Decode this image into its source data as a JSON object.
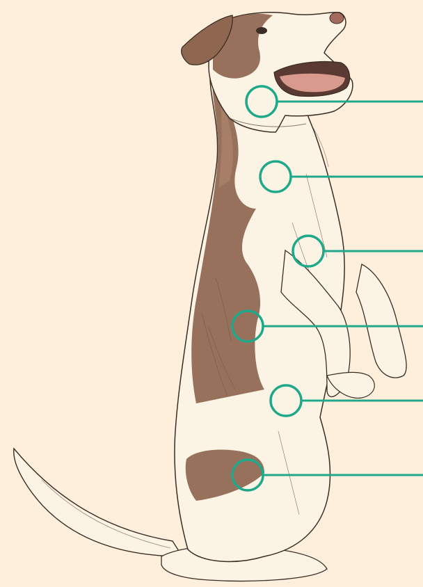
{
  "colors": {
    "background": "#fdefdb",
    "marker": "#1fa98a",
    "fur_light": "#fbf3e4",
    "fur_brown": "#a2755a",
    "fur_dark": "#7d5740",
    "outline": "#3b2d23"
  },
  "illustration": {
    "subject": "dog-standing-on-hind-legs"
  },
  "callouts": [
    {
      "id": "throat"
    },
    {
      "id": "chest"
    },
    {
      "id": "shoulder"
    },
    {
      "id": "elbow"
    },
    {
      "id": "belly"
    },
    {
      "id": "thigh"
    }
  ]
}
